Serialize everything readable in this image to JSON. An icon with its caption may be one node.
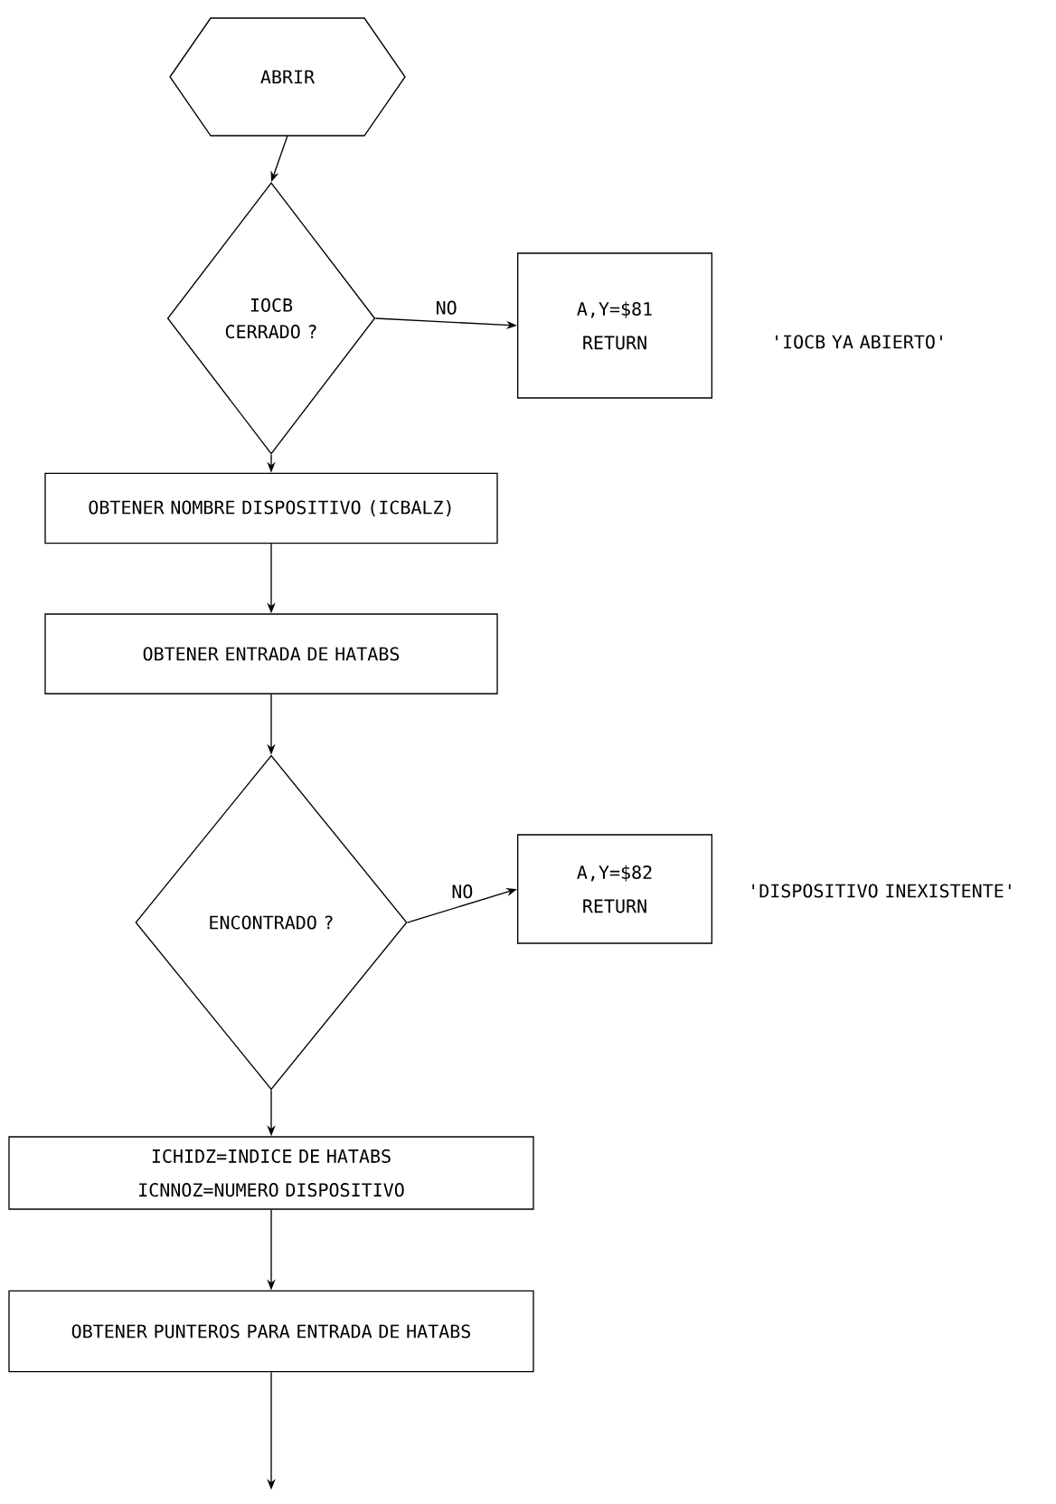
{
  "diagram": {
    "nodes": [
      {
        "text": [
          "ABRIR"
        ]
      },
      {
        "text": [
          "IOCB CERRADO ?"
        ]
      },
      {
        "text": [
          "A,Y=$81",
          "RETURN"
        ],
        "beside": [
          "'IOCB YA ABIERTO'"
        ]
      },
      {
        "text": [
          "OBTENER NOMBRE DISPOSITIVO (ICBALZ)"
        ]
      },
      {
        "text": [
          "OBTENER ENTRADA DE HATABS"
        ]
      },
      {
        "text": [
          "ENCONTRADO ?"
        ]
      },
      {
        "text": [
          "A,Y=$82",
          "RETURN"
        ],
        "beside": [
          "'DISPOSITIVO INEXISTENTE'"
        ]
      },
      {
        "text": [
          "ICHIDZ=INDICE DE HATABS",
          "ICNNOZ=NUMERO DISPOSITIVO"
        ]
      },
      {
        "text": [
          "OBTENER PUNTEROS PARA ENTRADA DE HATABS"
        ]
      }
    ],
    "edges": [
      {
        "from": 0,
        "to": 1,
        "arrow": "to"
      },
      {
        "from": 1,
        "to": 2,
        "arrow": "to",
        "label": "NO"
      },
      {
        "from": 1,
        "to": 3,
        "arrow": "to"
      },
      {
        "from": 3,
        "to": 4,
        "arrow": "to"
      },
      {
        "from": 4,
        "to": 5,
        "arrow": "to"
      },
      {
        "from": 5,
        "to": 6,
        "arrow": "to",
        "label": "NO"
      },
      {
        "from": 5,
        "to": 7,
        "arrow": "to"
      },
      {
        "from": 7,
        "to": 8,
        "arrow": "to"
      },
      {
        "from": 8,
        "to": null,
        "arrow": "to"
      }
    ]
  }
}
